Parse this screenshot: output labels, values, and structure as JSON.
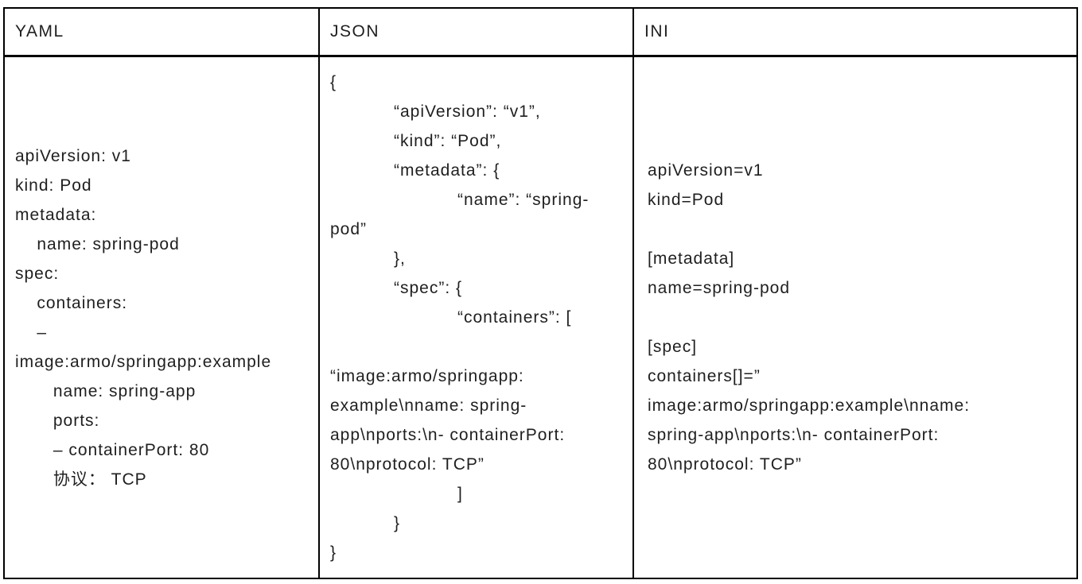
{
  "table": {
    "columns": [
      {
        "header": "YAML",
        "format": "yaml",
        "content": "apiVersion: v1\nkind: Pod\nmetadata:\n    name: spring-pod\nspec:\n    containers:\n    –\nimage:armo/springapp:example\n       name: spring-app\n       ports:\n       – containerPort: 80\n       协议： TCP"
      },
      {
        "header": "JSON",
        "format": "json",
        "content": "{\n\t“apiVersion”: “v1”,\n\t“kind”: “Pod”,\n\t“metadata”: {\n\t\t“name”: “spring-\npod”\n\t},\n\t“spec”: {\n\t\t“containers”: [\n\n“image:armo/springapp:\nexample\\nname: spring-\napp\\nports:\\n- containerPort:\n80\\nprotocol: TCP”\n\t\t]\n\t}\n}"
      },
      {
        "header": "INI",
        "format": "ini",
        "content": "apiVersion=v1\nkind=Pod\n\n[metadata]\nname=spring-pod\n\n[spec]\ncontainers[]=”\nimage:armo/springapp:example\\nname:\nspring-app\\nports:\\n- containerPort:\n80\\nprotocol: TCP”"
      }
    ]
  },
  "colors": {
    "border": "#000000",
    "text": "#1f1f1f",
    "background": "#ffffff"
  }
}
